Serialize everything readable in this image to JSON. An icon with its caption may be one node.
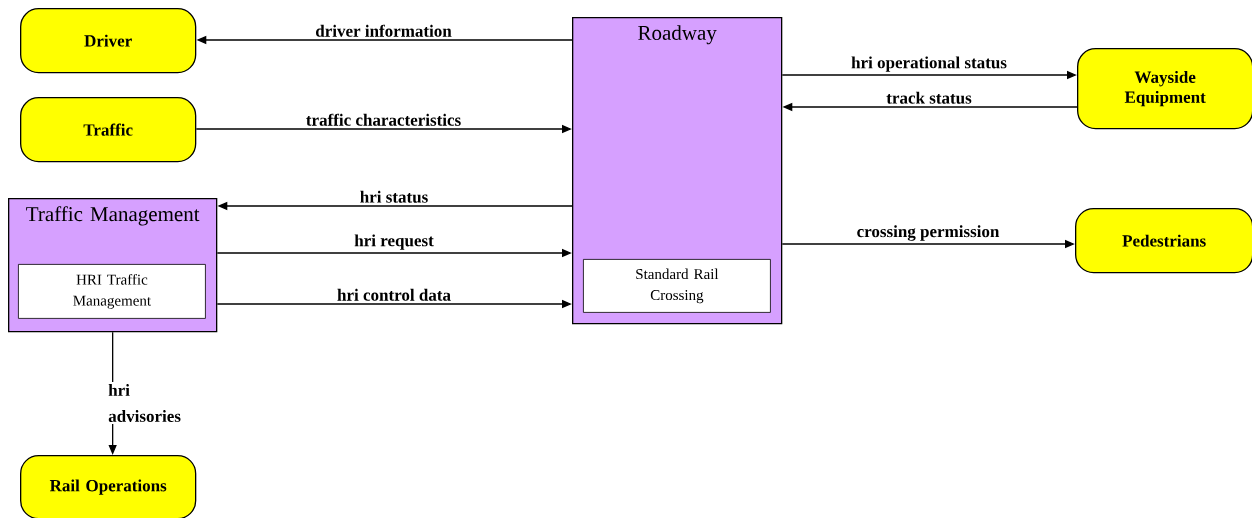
{
  "diagram": {
    "nodes": [
      {
        "text": [
          "Driver"
        ]
      },
      {
        "text": [
          "Traffic"
        ]
      },
      {
        "text": [
          "Traffic Management"
        ]
      },
      {
        "text": [
          "HRI Traffic Management"
        ],
        "in": 2
      },
      {
        "text": [
          "Rail Operations"
        ]
      },
      {
        "text": [
          "Roadway"
        ]
      },
      {
        "text": [
          "Standard Rail Crossing"
        ],
        "in": 5
      },
      {
        "text": [
          "Wayside Equipment"
        ]
      },
      {
        "text": [
          "Pedestrians"
        ]
      }
    ],
    "edges": [
      {
        "from": 5,
        "to": 0,
        "arrow": "to",
        "label": "driver information"
      },
      {
        "from": 1,
        "to": 5,
        "arrow": "to",
        "label": "traffic characteristics"
      },
      {
        "from": 5,
        "to": 2,
        "arrow": "to",
        "label": "hri status"
      },
      {
        "from": 2,
        "to": 5,
        "arrow": "to",
        "label": "hri request"
      },
      {
        "from": 2,
        "to": 5,
        "arrow": "to",
        "label": "hri control  data"
      },
      {
        "from": 2,
        "to": 4,
        "arrow": "to",
        "label": "hri advisories"
      },
      {
        "from": 5,
        "to": 7,
        "arrow": "to",
        "label": "hri operational status"
      },
      {
        "from": 7,
        "to": 5,
        "arrow": "to",
        "label": "track status"
      },
      {
        "from": 5,
        "to": 8,
        "arrow": "to",
        "label": "crossing permission"
      }
    ]
  }
}
